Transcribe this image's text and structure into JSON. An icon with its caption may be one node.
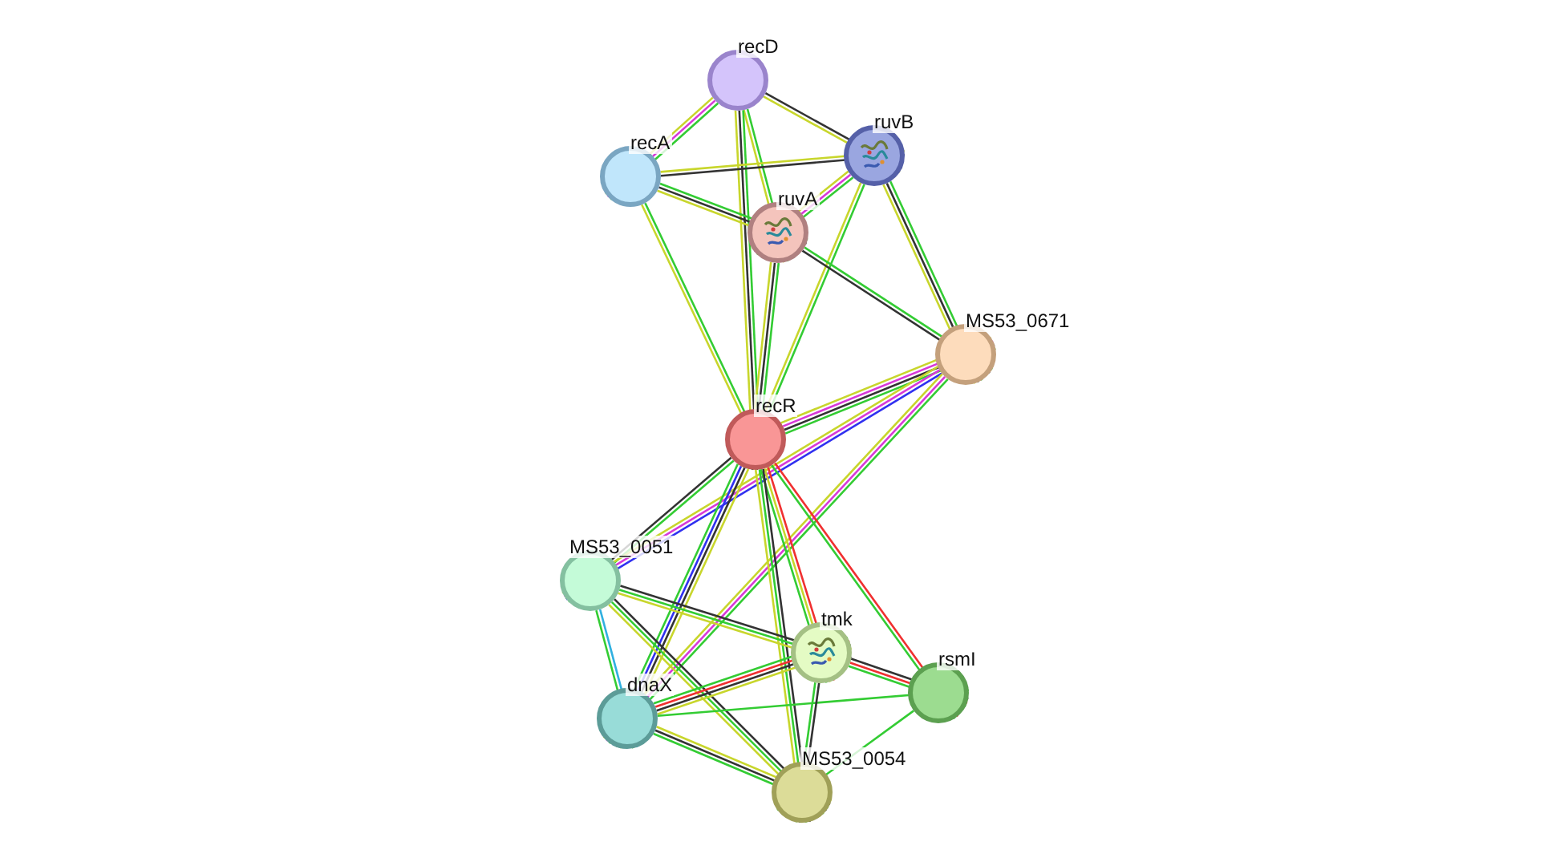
{
  "diagram": {
    "nodes": [
      {
        "text": [
          "recD"
        ]
      },
      {
        "text": [
          "recA"
        ]
      },
      {
        "text": [
          "ruvB"
        ]
      },
      {
        "text": [
          "ruvA"
        ]
      },
      {
        "text": [
          "MS53_0671"
        ]
      },
      {
        "text": [
          "recR"
        ]
      },
      {
        "text": [
          "MS53_0051"
        ]
      },
      {
        "text": [
          "tmk"
        ]
      },
      {
        "text": [
          "rsmI"
        ]
      },
      {
        "text": [
          "dnaX"
        ]
      },
      {
        "text": [
          "MS53_0054"
        ]
      }
    ],
    "edges": [
      {
        "from": 0,
        "to": 1,
        "arrow": "none"
      },
      {
        "from": 0,
        "to": 1,
        "arrow": "none",
        "color": "#d838d8"
      },
      {
        "from": 0,
        "to": 1,
        "arrow": "none",
        "color": "#c8d62c"
      },
      {
        "from": 0,
        "to": 2,
        "arrow": "none",
        "color": "#333333"
      },
      {
        "from": 0,
        "to": 2,
        "arrow": "none",
        "color": "#c8d62c"
      },
      {
        "from": 0,
        "to": 3,
        "arrow": "none"
      },
      {
        "from": 0,
        "to": 3,
        "arrow": "none",
        "color": "#c8d62c"
      },
      {
        "from": 0,
        "to": 5,
        "arrow": "none"
      },
      {
        "from": 0,
        "to": 5,
        "arrow": "none",
        "color": "#333333"
      },
      {
        "from": 0,
        "to": 5,
        "arrow": "none",
        "color": "#c8d62c"
      },
      {
        "from": 1,
        "to": 2,
        "arrow": "none",
        "color": "#c8d62c"
      },
      {
        "from": 1,
        "to": 2,
        "arrow": "none",
        "color": "#333333"
      },
      {
        "from": 1,
        "to": 3,
        "arrow": "none"
      },
      {
        "from": 1,
        "to": 3,
        "arrow": "none",
        "color": "#333333"
      },
      {
        "from": 1,
        "to": 3,
        "arrow": "none",
        "color": "#c8d62c"
      },
      {
        "from": 1,
        "to": 5,
        "arrow": "none"
      },
      {
        "from": 1,
        "to": 5,
        "arrow": "none",
        "color": "#c8d62c"
      },
      {
        "from": 2,
        "to": 3,
        "arrow": "none"
      },
      {
        "from": 2,
        "to": 3,
        "arrow": "none",
        "color": "#d838d8"
      },
      {
        "from": 2,
        "to": 3,
        "arrow": "none",
        "color": "#c8d62c"
      },
      {
        "from": 2,
        "to": 5,
        "arrow": "none"
      },
      {
        "from": 2,
        "to": 5,
        "arrow": "none",
        "color": "#c8d62c"
      },
      {
        "from": 2,
        "to": 4,
        "arrow": "none"
      },
      {
        "from": 2,
        "to": 4,
        "arrow": "none",
        "color": "#333333"
      },
      {
        "from": 2,
        "to": 4,
        "arrow": "none",
        "color": "#c8d62c"
      },
      {
        "from": 3,
        "to": 5,
        "arrow": "none"
      },
      {
        "from": 3,
        "to": 5,
        "arrow": "none",
        "color": "#333333"
      },
      {
        "from": 3,
        "to": 5,
        "arrow": "none",
        "color": "#c8d62c"
      },
      {
        "from": 3,
        "to": 4,
        "arrow": "none"
      },
      {
        "from": 3,
        "to": 4,
        "arrow": "none",
        "color": "#333333"
      },
      {
        "from": 5,
        "to": 4,
        "arrow": "none"
      },
      {
        "from": 5,
        "to": 4,
        "arrow": "none",
        "color": "#333333"
      },
      {
        "from": 5,
        "to": 4,
        "arrow": "none",
        "color": "#d838d8"
      },
      {
        "from": 5,
        "to": 4,
        "arrow": "none",
        "color": "#c8d62c"
      },
      {
        "from": 5,
        "to": 6,
        "arrow": "none"
      },
      {
        "from": 5,
        "to": 6,
        "arrow": "none",
        "color": "#333333"
      },
      {
        "from": 4,
        "to": 6,
        "arrow": "none",
        "color": "#3030f0"
      },
      {
        "from": 4,
        "to": 6,
        "arrow": "none",
        "color": "#d838d8"
      },
      {
        "from": 4,
        "to": 6,
        "arrow": "none",
        "color": "#c8d62c"
      },
      {
        "from": 4,
        "to": 9,
        "arrow": "none"
      },
      {
        "from": 4,
        "to": 9,
        "arrow": "none",
        "color": "#d838d8"
      },
      {
        "from": 4,
        "to": 9,
        "arrow": "none",
        "color": "#c8d62c"
      },
      {
        "from": 5,
        "to": 9,
        "arrow": "none",
        "color": "#c8d62c"
      },
      {
        "from": 5,
        "to": 9,
        "arrow": "none",
        "color": "#333333"
      },
      {
        "from": 5,
        "to": 9,
        "arrow": "none",
        "color": "#3030f0"
      },
      {
        "from": 5,
        "to": 9,
        "arrow": "none"
      },
      {
        "from": 5,
        "to": 7,
        "arrow": "none",
        "color": "#f03030"
      },
      {
        "from": 5,
        "to": 7,
        "arrow": "none",
        "color": "#c8d62c"
      },
      {
        "from": 5,
        "to": 7,
        "arrow": "none"
      },
      {
        "from": 5,
        "to": 10,
        "arrow": "none",
        "color": "#333333"
      },
      {
        "from": 5,
        "to": 10,
        "arrow": "none"
      },
      {
        "from": 5,
        "to": 10,
        "arrow": "none",
        "color": "#c8d62c"
      },
      {
        "from": 5,
        "to": 8,
        "arrow": "none",
        "color": "#f03030"
      },
      {
        "from": 5,
        "to": 8,
        "arrow": "none"
      },
      {
        "from": 6,
        "to": 7,
        "arrow": "none",
        "color": "#333333"
      },
      {
        "from": 6,
        "to": 7,
        "arrow": "none"
      },
      {
        "from": 6,
        "to": 7,
        "arrow": "none",
        "color": "#c8d62c"
      },
      {
        "from": 6,
        "to": 9,
        "arrow": "none",
        "color": "#30b0e0"
      },
      {
        "from": 6,
        "to": 9,
        "arrow": "none"
      },
      {
        "from": 6,
        "to": 10,
        "arrow": "none",
        "color": "#333333"
      },
      {
        "from": 6,
        "to": 10,
        "arrow": "none"
      },
      {
        "from": 6,
        "to": 10,
        "arrow": "none",
        "color": "#c8d62c"
      },
      {
        "from": 9,
        "to": 7,
        "arrow": "none",
        "color": "#c8d62c"
      },
      {
        "from": 9,
        "to": 7,
        "arrow": "none",
        "color": "#333333"
      },
      {
        "from": 9,
        "to": 7,
        "arrow": "none",
        "color": "#f03030"
      },
      {
        "from": 9,
        "to": 7,
        "arrow": "none"
      },
      {
        "from": 9,
        "to": 8,
        "arrow": "none"
      },
      {
        "from": 9,
        "to": 10,
        "arrow": "none",
        "color": "#c8d62c"
      },
      {
        "from": 9,
        "to": 10,
        "arrow": "none",
        "color": "#333333"
      },
      {
        "from": 9,
        "to": 10,
        "arrow": "none"
      },
      {
        "from": 7,
        "to": 8,
        "arrow": "none",
        "color": "#333333"
      },
      {
        "from": 7,
        "to": 8,
        "arrow": "none",
        "color": "#f03030"
      },
      {
        "from": 7,
        "to": 8,
        "arrow": "none"
      },
      {
        "from": 7,
        "to": 10,
        "arrow": "none",
        "color": "#333333"
      },
      {
        "from": 7,
        "to": 10,
        "arrow": "none"
      },
      {
        "from": 8,
        "to": 10,
        "arrow": "none"
      }
    ]
  }
}
